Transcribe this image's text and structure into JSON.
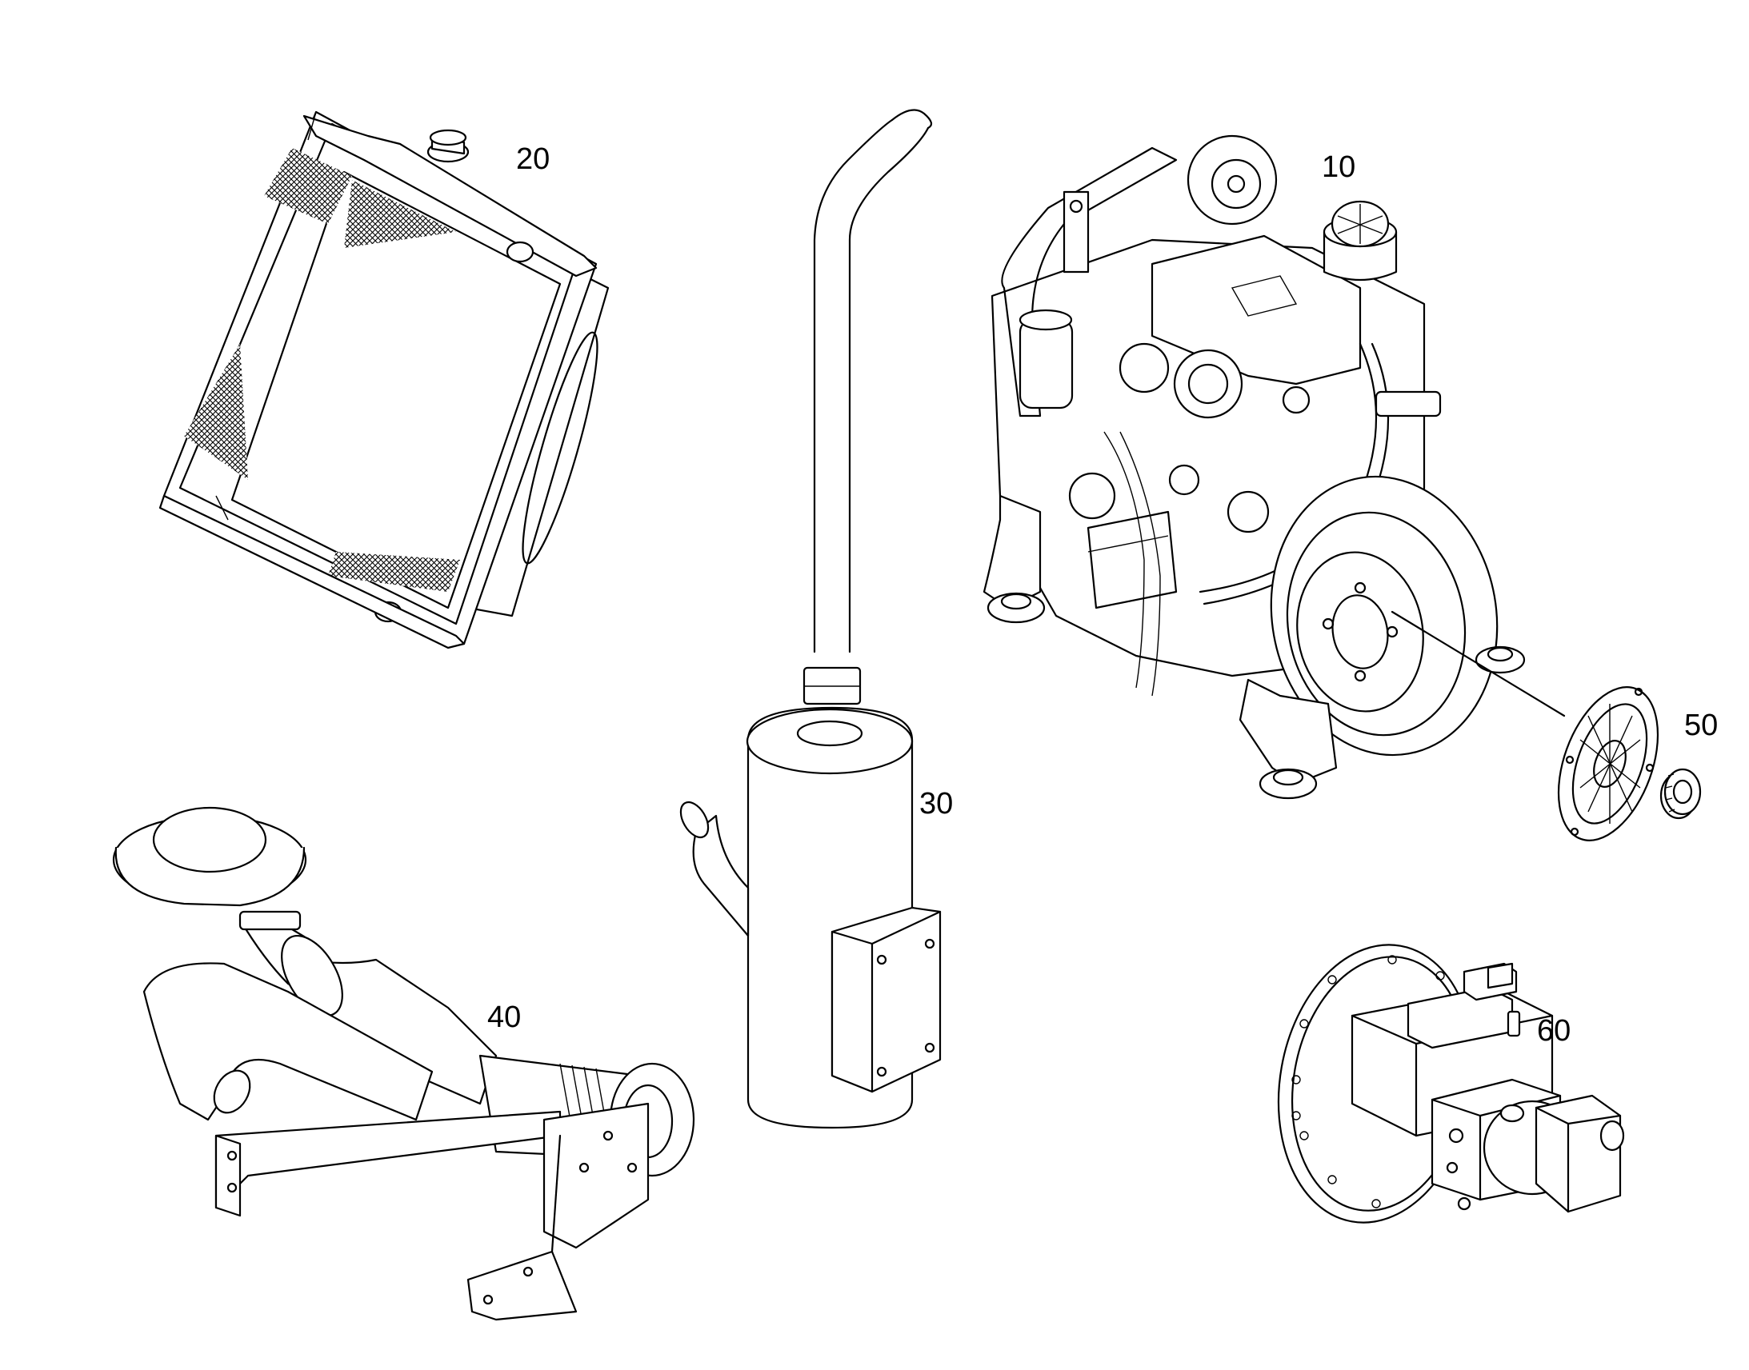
{
  "callouts": [
    {
      "id": "engine",
      "label": "10"
    },
    {
      "id": "radiator",
      "label": "20"
    },
    {
      "id": "muffler",
      "label": "30"
    },
    {
      "id": "air-intake",
      "label": "40"
    },
    {
      "id": "flex-coupling",
      "label": "50"
    },
    {
      "id": "hydraulic-pump",
      "label": "60"
    }
  ]
}
